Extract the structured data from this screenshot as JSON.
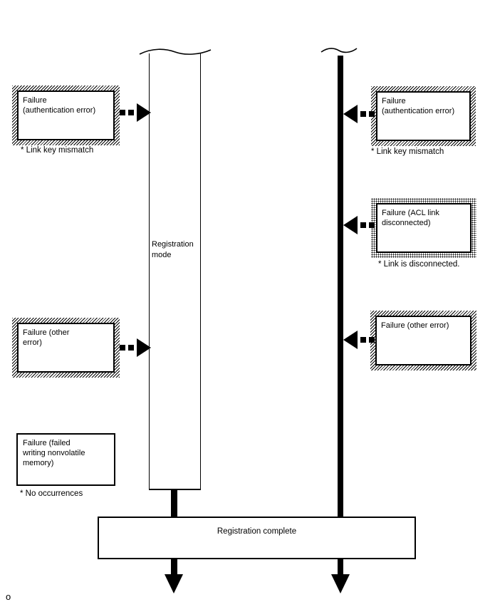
{
  "diagram": {
    "left_lifeline_label": "Registration mode",
    "bottom_box_label": "Registration complete",
    "corner_text": "o",
    "left_events": [
      {
        "label": "Failure\n(authentication error)",
        "note": "* Link key mismatch",
        "border_style": "hatch"
      },
      {
        "label": "Failure (other\nerror)",
        "note": "",
        "border_style": "hatch"
      },
      {
        "label": "Failure (failed\nwriting nonvolatile\nmemory)",
        "note": "* No occurrences",
        "border_style": "plain"
      }
    ],
    "right_events": [
      {
        "label": "Failure\n(authentication error)",
        "note": "* Link key mismatch",
        "border_style": "hatch"
      },
      {
        "label": "Failure (ACL link\ndisconnected)",
        "note": "* Link is disconnected.",
        "border_style": "stipple"
      },
      {
        "label": "Failure (other error)",
        "note": "",
        "border_style": "hatch"
      }
    ],
    "colors": {
      "ink": "#000000",
      "background": "#ffffff"
    }
  }
}
